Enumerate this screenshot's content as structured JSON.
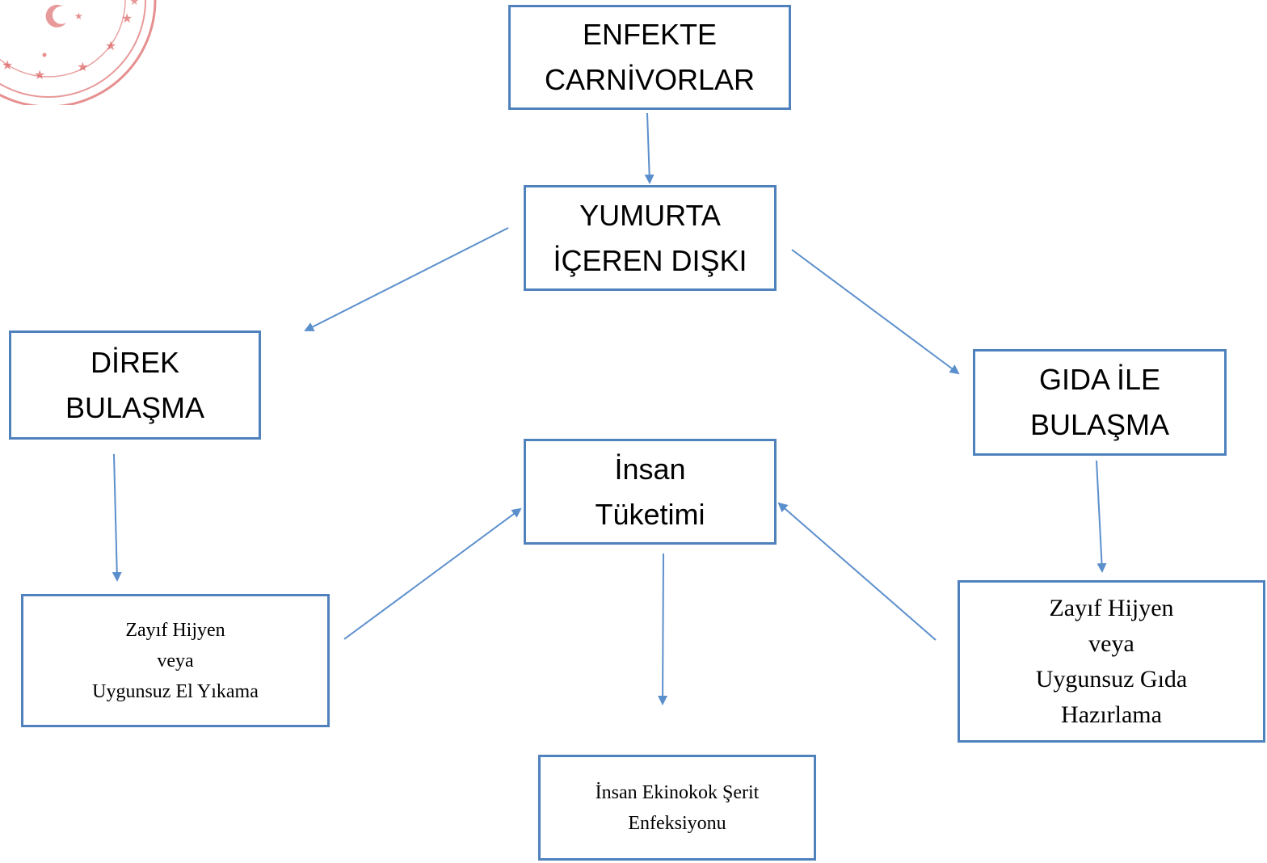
{
  "diagram": {
    "nodes": {
      "enfekte": {
        "lines": [
          "ENFEKTE",
          "CARNİVORLAR"
        ]
      },
      "yumurta": {
        "lines": [
          "YUMURTA",
          "İÇEREN DIŞKI"
        ]
      },
      "direk": {
        "lines": [
          "DİREK",
          "BULAŞMA"
        ]
      },
      "gida": {
        "lines": [
          "GIDA İLE",
          "BULAŞMA"
        ]
      },
      "insan": {
        "lines": [
          "İnsan",
          "Tüketimi"
        ]
      },
      "zayif_el": {
        "lines": [
          "Zayıf Hijyen",
          "veya",
          "Uygunsuz El Yıkama"
        ]
      },
      "zayif_gida": {
        "lines": [
          "Zayıf Hijyen",
          "veya",
          "Uygunsuz Gıda",
          "Hazırlama"
        ]
      },
      "ekinokok": {
        "lines": [
          "İnsan Ekinokok Şerit",
          "Enfeksiyonu"
        ]
      }
    },
    "edges": [
      {
        "from": "enfekte",
        "to": "yumurta"
      },
      {
        "from": "yumurta",
        "to": "direk"
      },
      {
        "from": "yumurta",
        "to": "gida"
      },
      {
        "from": "direk",
        "to": "zayif_el"
      },
      {
        "from": "gida",
        "to": "zayif_gida"
      },
      {
        "from": "zayif_el",
        "to": "insan"
      },
      {
        "from": "zayif_gida",
        "to": "insan"
      },
      {
        "from": "insan",
        "to": "ekinokok"
      }
    ],
    "colors": {
      "border": "#4f81bd",
      "arrow": "#5b8fcc",
      "seal": "#c0392b"
    }
  }
}
